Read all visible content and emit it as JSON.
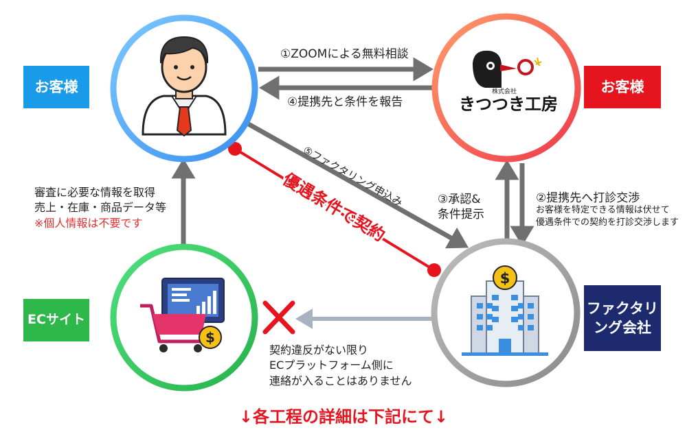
{
  "nodes": {
    "customer_label": "お客様",
    "company_label": "お客様",
    "ec_label": "ECサイト",
    "factoring_label_line1": "ファクタリ",
    "factoring_label_line2": "ング会社",
    "brand_small": "株式会社",
    "brand_name": "きつつき工房"
  },
  "steps": {
    "step1": "①ZOOMによる無料相談",
    "step2": "②提携先へ打診交渉",
    "step2_detail_line1": "お客様を特定できる情報は伏せて",
    "step2_detail_line2": "優遇条件での契約を打診交渉します",
    "step3_line1": "③承認&",
    "step3_line2": "条件提示",
    "step4": "④提携先と条件を報告",
    "step5": "⑤ファクタリング申込み",
    "contract": "優遇条件で契約"
  },
  "notes": {
    "data_line1": "審査に必要な情報を取得",
    "data_line2": "売上・在庫・商品データ等",
    "data_line3": "※個人情報は不要です",
    "ec_line1": "契約違反がない限り",
    "ec_line2": "ECプラットフォーム側に",
    "ec_line3": "連絡が入ることはありません"
  },
  "footer": "↓各工程の詳細は下記にて↓",
  "colors": {
    "customer_blue": "#1a9bea",
    "company_red": "#e5141e",
    "ec_green": "#2eb84b",
    "factoring_navy": "#1d2a6e",
    "arrow_gray": "#707070",
    "arrow_light": "#a9b2c1",
    "contract_red": "#e5141e"
  },
  "icons": [
    "businessman-icon",
    "woodpecker-logo-icon",
    "shopping-cart-chart-icon",
    "bank-building-coin-icon",
    "cross-mark-icon"
  ]
}
